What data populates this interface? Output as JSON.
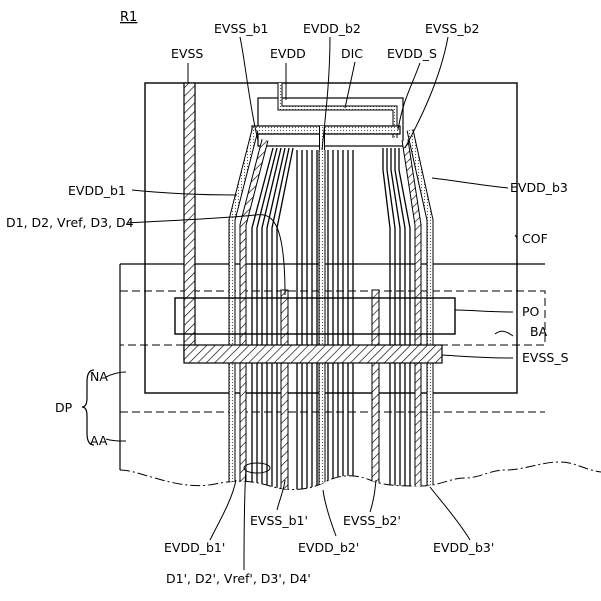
{
  "figure_ref": "R1",
  "labels": {
    "evss": "EVSS",
    "evss_b1": "EVSS_b1",
    "evdd": "EVDD",
    "evdd_b2": "EVDD_b2",
    "dic": "DIC",
    "evdd_s": "EVDD_S",
    "evss_b2": "EVSS_b2",
    "evdd_b1": "EVDD_b1",
    "evdd_b3": "EVDD_b3",
    "data_lines": "D1, D2, Vref, D3, D4",
    "cof": "COF",
    "po": "PO",
    "ba": "BA",
    "evss_s": "EVSS_S",
    "na": "NA",
    "dp": "DP",
    "aa": "AA",
    "evdd_b1p": "EVDD_b1'",
    "evss_b1p": "EVSS_b1'",
    "evss_b2p": "EVSS_b2'",
    "evdd_b2p": "EVDD_b2'",
    "evdd_b3p": "EVDD_b3'",
    "data_lines_p": "D1', D2', Vref', D3', D4'"
  }
}
